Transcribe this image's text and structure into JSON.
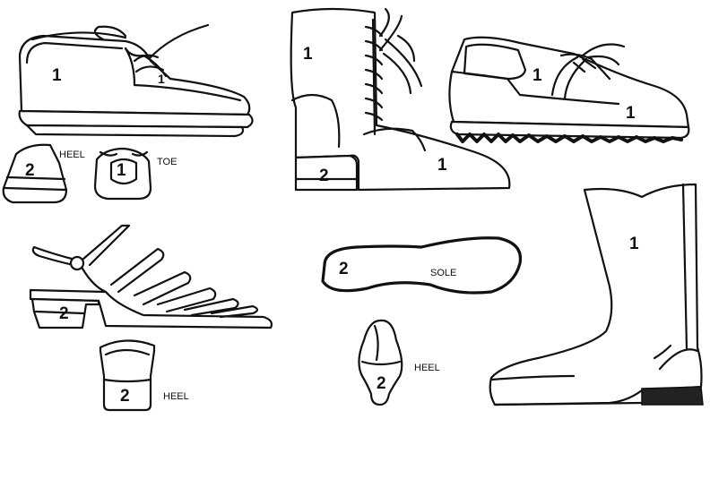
{
  "labels": {
    "part_upper": "1",
    "part_lower": "2",
    "heel": "HEEL",
    "toe": "TOE",
    "sole": "SOLE"
  },
  "colors": {
    "ink": "#111111",
    "paper": "#ffffff"
  }
}
